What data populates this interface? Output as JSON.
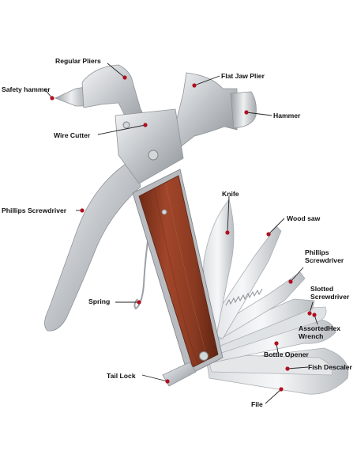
{
  "colors": {
    "dot": "#b01020",
    "leader": "#222222",
    "wood": "#8a3a22",
    "steel": "#c9cdd1"
  },
  "labels": {
    "regular_pliers": "Regular Pliers",
    "flat_jaw_plier": "Flat Jaw Plier",
    "safety_hammer": "Safety hammer",
    "hammer": "Hammer",
    "wire_cutter": "Wire Cutter",
    "knife": "Knife",
    "phillips_screwdriver_left": "Phillips Screwdriver",
    "wood_saw": "Wood saw",
    "phillips_screwdriver_right": "Phillips Screwdriver",
    "slotted_screwdriver": "Slotted Screwdriver",
    "spring": "Spring",
    "assorted_hex_wrench": "AssortedHex Wrench",
    "bottle_opener": "Bottle Opener",
    "fish_descaler": "Fish Descaler",
    "tail_lock": "Tail Lock",
    "file": "File"
  }
}
